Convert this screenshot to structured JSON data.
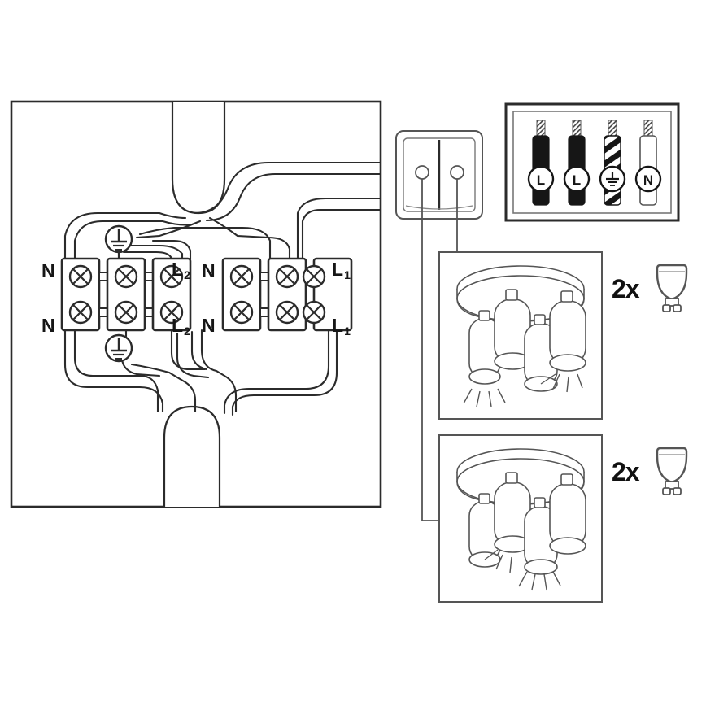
{
  "diagram": {
    "title": "Ceiling spotlight wiring diagram",
    "type": "electrical-wiring-installation"
  },
  "junction_box": {
    "name": "junction-box",
    "terminal_labels": {
      "left_top": "N",
      "left_bottom": "N",
      "mid_top": "L",
      "mid_top_sub": "2",
      "mid_bottom": "L",
      "mid_bottom_sub": "2",
      "right_group_top": "N",
      "right_group_bottom": "N",
      "far_right_top": "L",
      "far_right_top_sub": "1",
      "far_right_bottom": "L",
      "far_right_bottom_sub": "1"
    },
    "earth_symbol_top": "earth-symbol",
    "earth_symbol_bottom": "earth-symbol",
    "terminal_count": 6,
    "screws_per_terminal": 2
  },
  "switch": {
    "name": "double-rocker-switch",
    "rockers": 2,
    "indicator_dots": 2
  },
  "wire_legend": {
    "name": "wire-colour-legend",
    "wires": [
      {
        "label": "L",
        "style": "black",
        "desc": "live-wire-1"
      },
      {
        "label": "L",
        "style": "black",
        "desc": "live-wire-2"
      },
      {
        "label": "⏚",
        "style": "striped",
        "desc": "earth-wire"
      },
      {
        "label": "N",
        "style": "white",
        "desc": "neutral-wire"
      }
    ]
  },
  "fixtures": [
    {
      "name": "ceiling-spotlight-upper",
      "heads": 4,
      "quantity_label": "2x",
      "bulb_type": "gu10-bulb"
    },
    {
      "name": "ceiling-spotlight-lower",
      "heads": 4,
      "quantity_label": "2x",
      "bulb_type": "gu10-bulb"
    }
  ],
  "colors": {
    "line": "#2b2b2b",
    "line_light": "#555555",
    "fill": "#ffffff",
    "wire_black": "#161616",
    "text": "#161616",
    "legend_frame": "#2b2b2b"
  }
}
